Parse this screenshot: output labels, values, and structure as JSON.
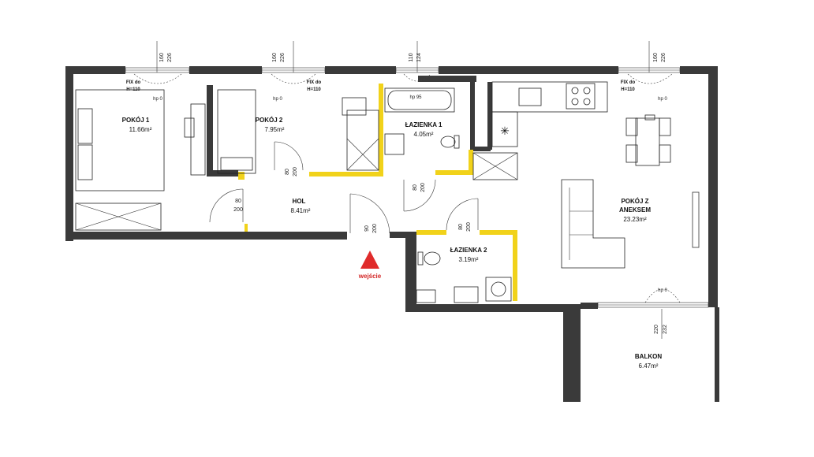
{
  "rooms": {
    "pokoj1": {
      "name": "POKÓJ 1",
      "area": "11.66m²"
    },
    "pokoj2": {
      "name": "POKÓJ 2",
      "area": "7.95m²"
    },
    "lazienka1": {
      "name": "ŁAZIENKA 1",
      "area": "4.05m²"
    },
    "pokoj_z_aneksem_line1": "POKÓJ Z",
    "pokoj_z_aneksem_line2": "ANEKSEM",
    "pokoj_z_aneksem_area": "23.23m²",
    "hol": {
      "name": "HOL",
      "area": "8.41m²"
    },
    "lazienka2": {
      "name": "ŁAZIENKA 2",
      "area": "3.19m²"
    },
    "balkon": {
      "name": "BALKON",
      "area": "6.47m²"
    }
  },
  "doors": {
    "pokoj2_door_w": "80",
    "pokoj2_door_h": "200",
    "pokoj1_door_w": "80",
    "pokoj1_door_h": "200",
    "lazienka1_door_w": "80",
    "lazienka1_door_h": "200",
    "entry_door_w": "90",
    "entry_door_h": "200",
    "lazienka2_door_w": "80",
    "lazienka2_door_h": "200"
  },
  "windows": {
    "w1_top": "160",
    "w1_bottom": "226",
    "w2_top": "160",
    "w2_bottom": "226",
    "w3_top": "110",
    "w3_bottom": "124",
    "w4_top": "160",
    "w4_bottom": "226",
    "balcony_top": "220",
    "balcony_bottom": "232"
  },
  "fix_labels": {
    "fix": "FIX do",
    "height": "H=110"
  },
  "hp_labels": {
    "pokoj1": "hp 0",
    "pokoj2": "hp 0",
    "bath": "hp 95",
    "salon": "hp 0",
    "balcony": "hp 0"
  },
  "entrance_label": "wejście",
  "colors": {
    "wall": "#3a3a3a",
    "accent_wall": "#f1d21a",
    "entrance": "#e02b2b"
  }
}
